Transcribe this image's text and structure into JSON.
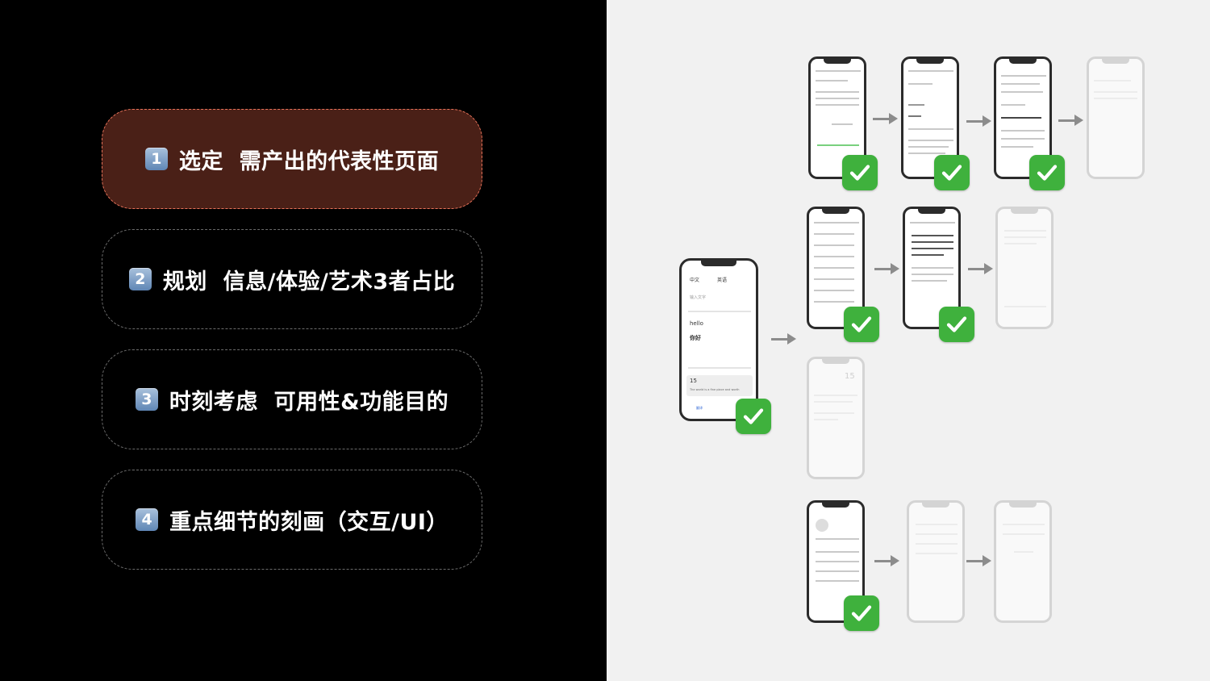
{
  "steps": [
    {
      "num": "1",
      "text": "选定  需产出的代表性页面",
      "active": true
    },
    {
      "num": "2",
      "text": "规划  信息/体验/艺术3者占比",
      "active": false
    },
    {
      "num": "3",
      "text": "时刻考虑  可用性&功能目的",
      "active": false
    },
    {
      "num": "4",
      "text": "重点细节的刻画（交互/UI）",
      "active": false
    }
  ],
  "main_phone": {
    "from_lang": "中文",
    "to_lang": "英语",
    "placeholder": "输入文字",
    "word": "hello",
    "translation": "你好",
    "daily_number": "15",
    "daily_sentence": "The world is a fine place and worth",
    "nav_label": "翻译"
  },
  "faded_phone": {
    "daily_number": "15"
  },
  "check_icon": "check-mark-button-icon",
  "colors": {
    "active_card": "#4a2017",
    "active_border": "#e9735a",
    "check": "#3fb13d"
  }
}
